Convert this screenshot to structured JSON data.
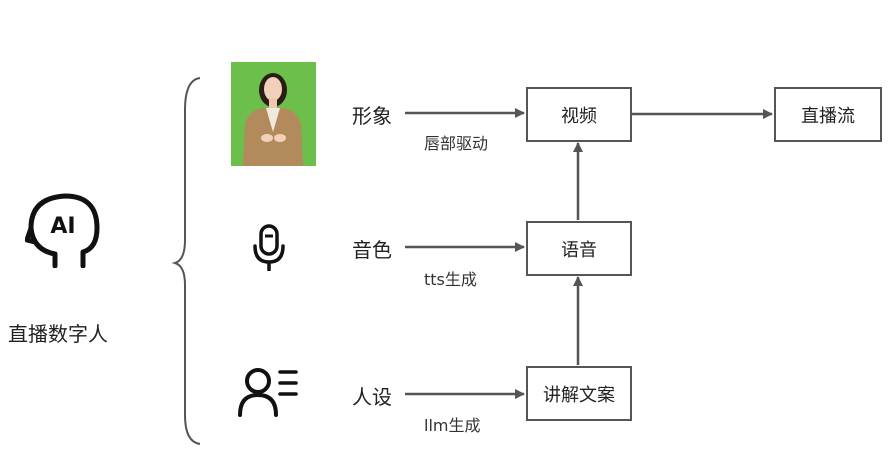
{
  "left": {
    "icon": "ai-head-icon",
    "icon_text": "AI",
    "title": "直播数字人"
  },
  "rows": [
    {
      "icon": "presenter-photo",
      "label": "形象",
      "sublabel": "唇部驱动",
      "target": "视频"
    },
    {
      "icon": "microphone-icon",
      "label": "音色",
      "sublabel": "tts生成",
      "target": "语音"
    },
    {
      "icon": "person-profile-icon",
      "label": "人设",
      "sublabel": "llm生成",
      "target": "讲解文案"
    }
  ],
  "output": "直播流",
  "colors": {
    "line": "#555555",
    "photo_bg": "#6cbf4a"
  }
}
